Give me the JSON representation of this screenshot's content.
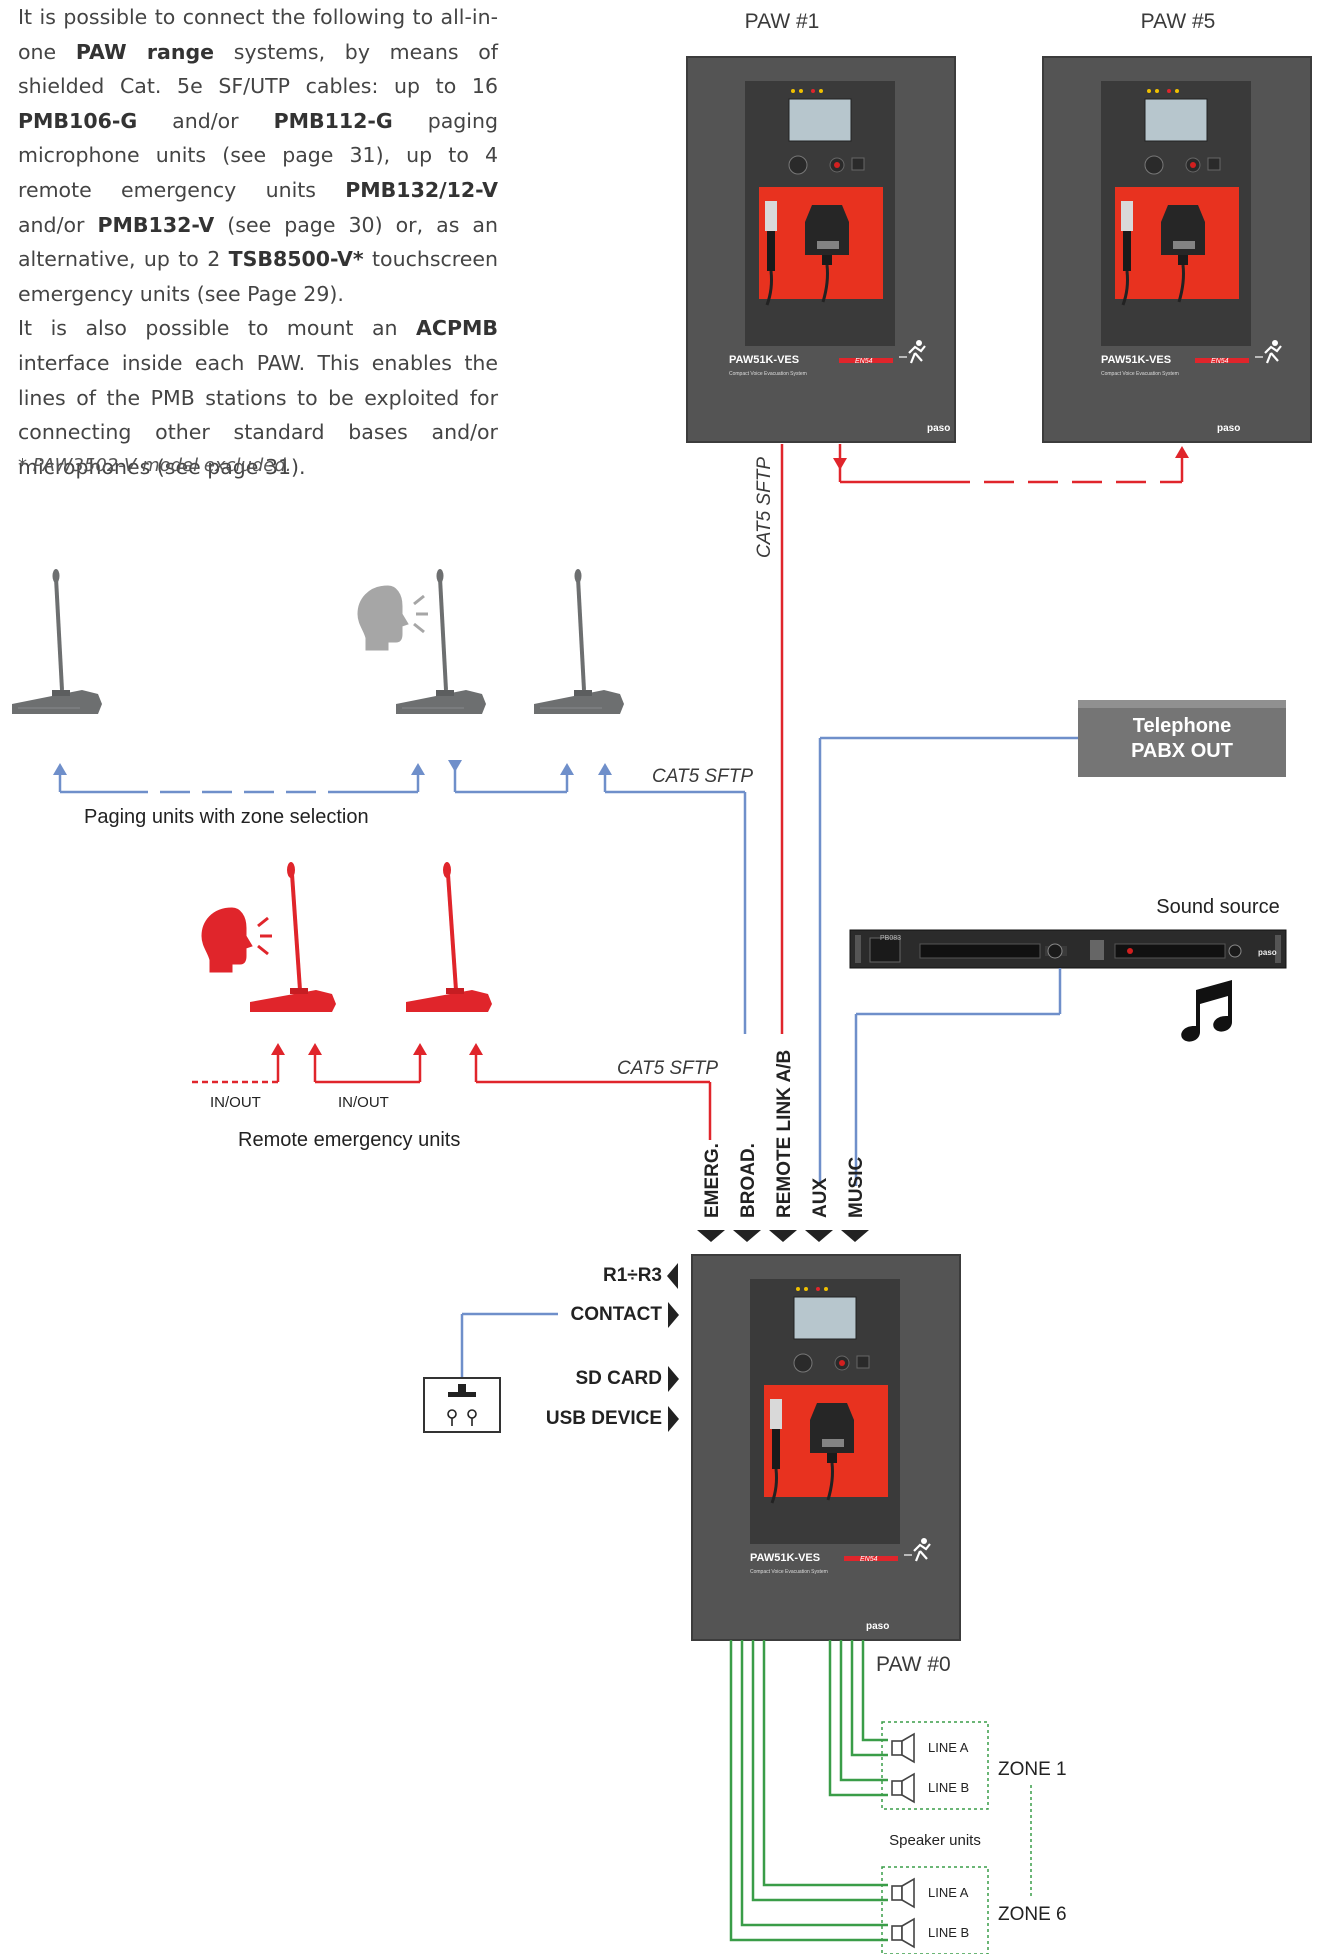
{
  "intro": {
    "p1": [
      {
        "t": "It is possible to connect the following to all-in-one ",
        "b": false
      },
      {
        "t": "PAW range",
        "b": true
      },
      {
        "t": " systems, by means of shielded Cat. 5e SF/UTP cables:  up to 16 ",
        "b": false
      },
      {
        "t": "PMB106-G",
        "b": true
      },
      {
        "t": " and/or ",
        "b": false
      },
      {
        "t": "PMB112-G",
        "b": true
      },
      {
        "t": " paging microphone units (see page 31), up to 4 remote emergency units ",
        "b": false
      },
      {
        "t": "PMB132/12-V",
        "b": true
      },
      {
        "t": " and/or ",
        "b": false
      },
      {
        "t": "PMB132-V",
        "b": true
      },
      {
        "t": " (see page 30) or, as an alternative, up to 2 ",
        "b": false
      },
      {
        "t": "TSB8500-V*",
        "b": true
      },
      {
        "t": " touchscreen emergency units (see Page 29).",
        "b": false
      }
    ],
    "p2": [
      {
        "t": "It is also possible to mount an ",
        "b": false
      },
      {
        "t": "ACPMB",
        "b": true
      },
      {
        "t": " interface inside each PAW. This enables the lines of the PMB stations to be exploited for connecting other standard bases and/or microphones (see page 31).",
        "b": false
      }
    ],
    "footnote": "* PAW3502-V model excluded."
  },
  "units": {
    "paw1": "PAW #1",
    "paw5": "PAW #5",
    "paw0": "PAW #0",
    "model": "PAW51K-VES",
    "subtitle": "Compact Voice Evacuation System",
    "badge": "EN54",
    "brand": "paso"
  },
  "cables": {
    "cat5_vertical": "CAT5 SFTP",
    "cat5_paging": "CAT5 SFTP",
    "cat5_emergency": "CAT5 SFTP"
  },
  "labels": {
    "paging": "Paging units with zone selection",
    "emergency": "Remote emergency units",
    "in_out_1": "IN/OUT",
    "in_out_2": "IN/OUT",
    "telephone_1": "Telephone",
    "telephone_2": "PABX OUT",
    "sound_source": "Sound source",
    "rack_model": "PB083",
    "speaker_units": "Speaker units",
    "zone1": "ZONE 1",
    "zone6": "ZONE 6",
    "line_a": "LINE A",
    "line_b": "LINE B"
  },
  "inputs": [
    "EMERG.",
    "BROAD.",
    "REMOTE LINK A/B",
    "AUX",
    "MUSIC"
  ],
  "ports": [
    "R1÷R3",
    "CONTACT",
    "SD CARD",
    "USB DEVICE"
  ],
  "colors": {
    "emergency": "#e0252b",
    "paging": "#6f8fca",
    "speaker": "#3a9d48",
    "cabinet": "#535353",
    "panel": "#e8321f",
    "mic_gray": "#6d6f70"
  }
}
